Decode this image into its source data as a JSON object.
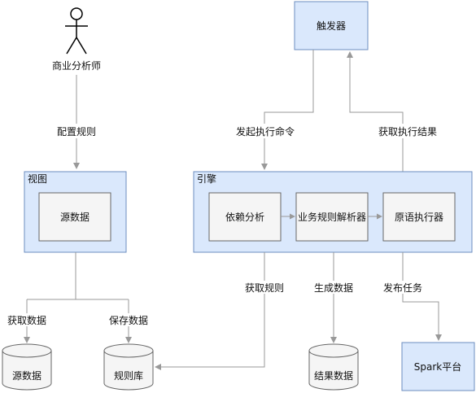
{
  "actor": {
    "label": "商业分析师"
  },
  "trigger": {
    "label": "触发器"
  },
  "view": {
    "label": "视图",
    "inner": "源数据"
  },
  "engine": {
    "label": "引擎",
    "modules": [
      "依赖分析",
      "业务规则解析器",
      "原语执行器"
    ]
  },
  "edges": {
    "config_rules": "配置规则",
    "start_command": "发起执行命令",
    "get_result": "获取执行结果",
    "get_data": "获取数据",
    "save_data": "保存数据",
    "get_rules": "获取规则",
    "gen_data": "生成数据",
    "publish_task": "发布任务"
  },
  "stores": {
    "source": "源数据",
    "rules": "规则库",
    "results": "结果数据"
  },
  "platform": {
    "label": "Spark平台"
  },
  "colors": {
    "box_fill": "#dae8fc",
    "box_stroke": "#6c8ebf",
    "line": "#999999",
    "inner_fill": "#f5f5f5",
    "inner_stroke": "#666666"
  }
}
